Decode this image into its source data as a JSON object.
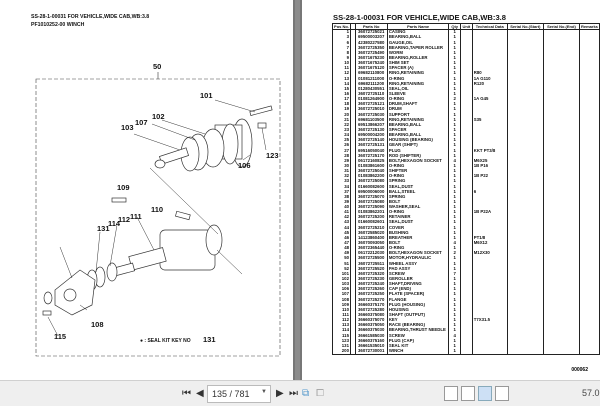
{
  "viewer": {
    "page_field": "135 / 781",
    "zoom": "57.0",
    "page_number_footer": "000062"
  },
  "left_page": {
    "title": "SS-28-1-00031 FOR VEHICLE,WIDE CAB,WB:3.8",
    "subtitle": "PF1010252-00 WINCH",
    "callouts": [
      "50",
      "101",
      "102",
      "107",
      "103",
      "106",
      "123",
      "109",
      "110",
      "131",
      "114",
      "112",
      "111",
      "108",
      "115"
    ],
    "legend": "● : SEAL KIT KEY NO",
    "legend_key": "131"
  },
  "right_page": {
    "title": "SS-28-1-00031 FOR VEHICLE,WIDE CAB,WB:3.8",
    "headers": [
      "Pos No.",
      "",
      "Parts No",
      "Parts Name",
      "Qty",
      "Unit",
      "Technical Data",
      "Serial No.(Start)",
      "Serial No.(End)",
      "Remarks"
    ],
    "rows": [
      [
        "1",
        "36072725021",
        "CASING",
        "1",
        ""
      ],
      [
        "3",
        "69500003207",
        "BEARING,BALL",
        "1",
        ""
      ],
      [
        "6",
        "42380227580",
        "GAUGE,OIL",
        "1",
        ""
      ],
      [
        "7",
        "36072725350",
        "BEARING,TAPER ROLLER",
        "1",
        ""
      ],
      [
        "8",
        "36072725490",
        "WORM",
        "1",
        ""
      ],
      [
        "9",
        "36071675230",
        "BEARING,ROLLER",
        "1",
        ""
      ],
      [
        "10",
        "36071675240",
        "SHIM SET",
        "1",
        ""
      ],
      [
        "11",
        "36071675120",
        "SPACER (A)",
        "1",
        ""
      ],
      [
        "12",
        "69682110800",
        "RING,RETAINING",
        "1",
        "R80"
      ],
      [
        "13",
        "01081211000",
        "O-RING",
        "1",
        "1A G110"
      ],
      [
        "14",
        "69682111200",
        "RING,RETAINING",
        "1",
        "R120"
      ],
      [
        "15",
        "01280430551",
        "SEAL,OIL",
        "1",
        ""
      ],
      [
        "16",
        "36072725110",
        "SLEEVE",
        "1",
        ""
      ],
      [
        "17",
        "01081264900",
        "O-RING",
        "2",
        "1A G45"
      ],
      [
        "18",
        "36072725121",
        "DRUM,SHAFT",
        "1",
        ""
      ],
      [
        "19",
        "36072725010",
        "DRUM",
        "1",
        ""
      ],
      [
        "20",
        "36072725030",
        "SUPPORT",
        "1",
        ""
      ],
      [
        "21",
        "69681103500",
        "RING,RETAINING",
        "1",
        "S35"
      ],
      [
        "22",
        "69513866207",
        "BEARING,BALL",
        "1",
        ""
      ],
      [
        "23",
        "36072725130",
        "SPACER",
        "1",
        ""
      ],
      [
        "24",
        "69500004200",
        "BEARING,BALL",
        "1",
        ""
      ],
      [
        "25",
        "36072725140",
        "HOUSING (BEARING)",
        "1",
        ""
      ],
      [
        "26",
        "36072725131",
        "GEAR (SHIFT)",
        "1",
        ""
      ],
      [
        "27",
        "69516050040",
        "PLUG",
        "1",
        "KKT PT3/8"
      ],
      [
        "28",
        "36072725170",
        "ROD (SHIFTER)",
        "1",
        ""
      ],
      [
        "29",
        "06172160825",
        "BOLT,HEXAGON SOCKET",
        "4",
        "M6X25"
      ],
      [
        "30",
        "01083861600",
        "O-RING",
        "1",
        "1B P16"
      ],
      [
        "31",
        "36072725040",
        "SHIFTER",
        "1",
        ""
      ],
      [
        "32",
        "01083862200",
        "O-RING",
        "1",
        "1B P22"
      ],
      [
        "33",
        "36072725080",
        "SPRING",
        "1",
        ""
      ],
      [
        "34",
        "01660082600",
        "SEAL,DUST",
        "1",
        ""
      ],
      [
        "37",
        "69500006000",
        "BALL,STEEL",
        "1",
        "6"
      ],
      [
        "38",
        "36072725070",
        "SPRING",
        "1",
        ""
      ],
      [
        "39",
        "36072725080",
        "BOLT",
        "1",
        ""
      ],
      [
        "40",
        "36072725090",
        "WASHER,SEAL",
        "1",
        ""
      ],
      [
        "41",
        "01083862201",
        "O-RING",
        "1",
        "1B P22A"
      ],
      [
        "42",
        "36072725200",
        "RETAINER",
        "1",
        ""
      ],
      [
        "43",
        "01660082601",
        "SEAL,DUST",
        "1",
        ""
      ],
      [
        "44",
        "36072725210",
        "COVER",
        "1",
        ""
      ],
      [
        "45",
        "36072585020",
        "BUSHING",
        "1",
        ""
      ],
      [
        "46",
        "14123860400",
        "BREATHER",
        "1",
        "PT1/8"
      ],
      [
        "47",
        "36070093050",
        "BOLT",
        "4",
        "M6X12"
      ],
      [
        "48",
        "36072365440",
        "O-RING",
        "1",
        ""
      ],
      [
        "49",
        "06172212030",
        "BOLT,HEXAGON SOCKET",
        "2",
        "M12X30"
      ],
      [
        "50",
        "36072725500",
        "MOTOR,HYDRAULIC",
        "1",
        ""
      ],
      [
        "51",
        "36072725511",
        "WHEEL ASSY",
        "1",
        ""
      ],
      [
        "52",
        "36072725520",
        "PAD ASSY",
        "1",
        ""
      ],
      [
        "101",
        "36072725320",
        "SCREW",
        "7",
        ""
      ],
      [
        "102",
        "36072725230",
        "GEROLLER",
        "1",
        ""
      ],
      [
        "103",
        "36072725240",
        "SHAFT,DRIVING",
        "1",
        ""
      ],
      [
        "106",
        "36072725260",
        "CAP (END)",
        "1",
        ""
      ],
      [
        "107",
        "36072725250",
        "PLATE (SPACER)",
        "1",
        ""
      ],
      [
        "108",
        "36072725270",
        "FLANGE",
        "1",
        ""
      ],
      [
        "109",
        "36660375170",
        "PLUG (HOUSING)",
        "1",
        ""
      ],
      [
        "110",
        "36072725280",
        "HOUSING",
        "1",
        ""
      ],
      [
        "111",
        "36660375080",
        "SHAFT (OUTPUT)",
        "1",
        ""
      ],
      [
        "112",
        "36660375070",
        "KEY",
        "1",
        "T7X31.5"
      ],
      [
        "113",
        "36660375050",
        "RACE (BEARING)",
        "1",
        ""
      ],
      [
        "114",
        "36660375030",
        "BEARING,THRUST NEEDLE",
        "1",
        ""
      ],
      [
        "115",
        "36661585030",
        "SCREW",
        "4",
        ""
      ],
      [
        "123",
        "36660375160",
        "PLUG (CAP)",
        "1",
        ""
      ],
      [
        "131",
        "36661535010",
        "SEAL KIT",
        "1",
        ""
      ],
      [
        "200",
        "36072730001",
        "WINCH",
        "1",
        ""
      ]
    ]
  }
}
